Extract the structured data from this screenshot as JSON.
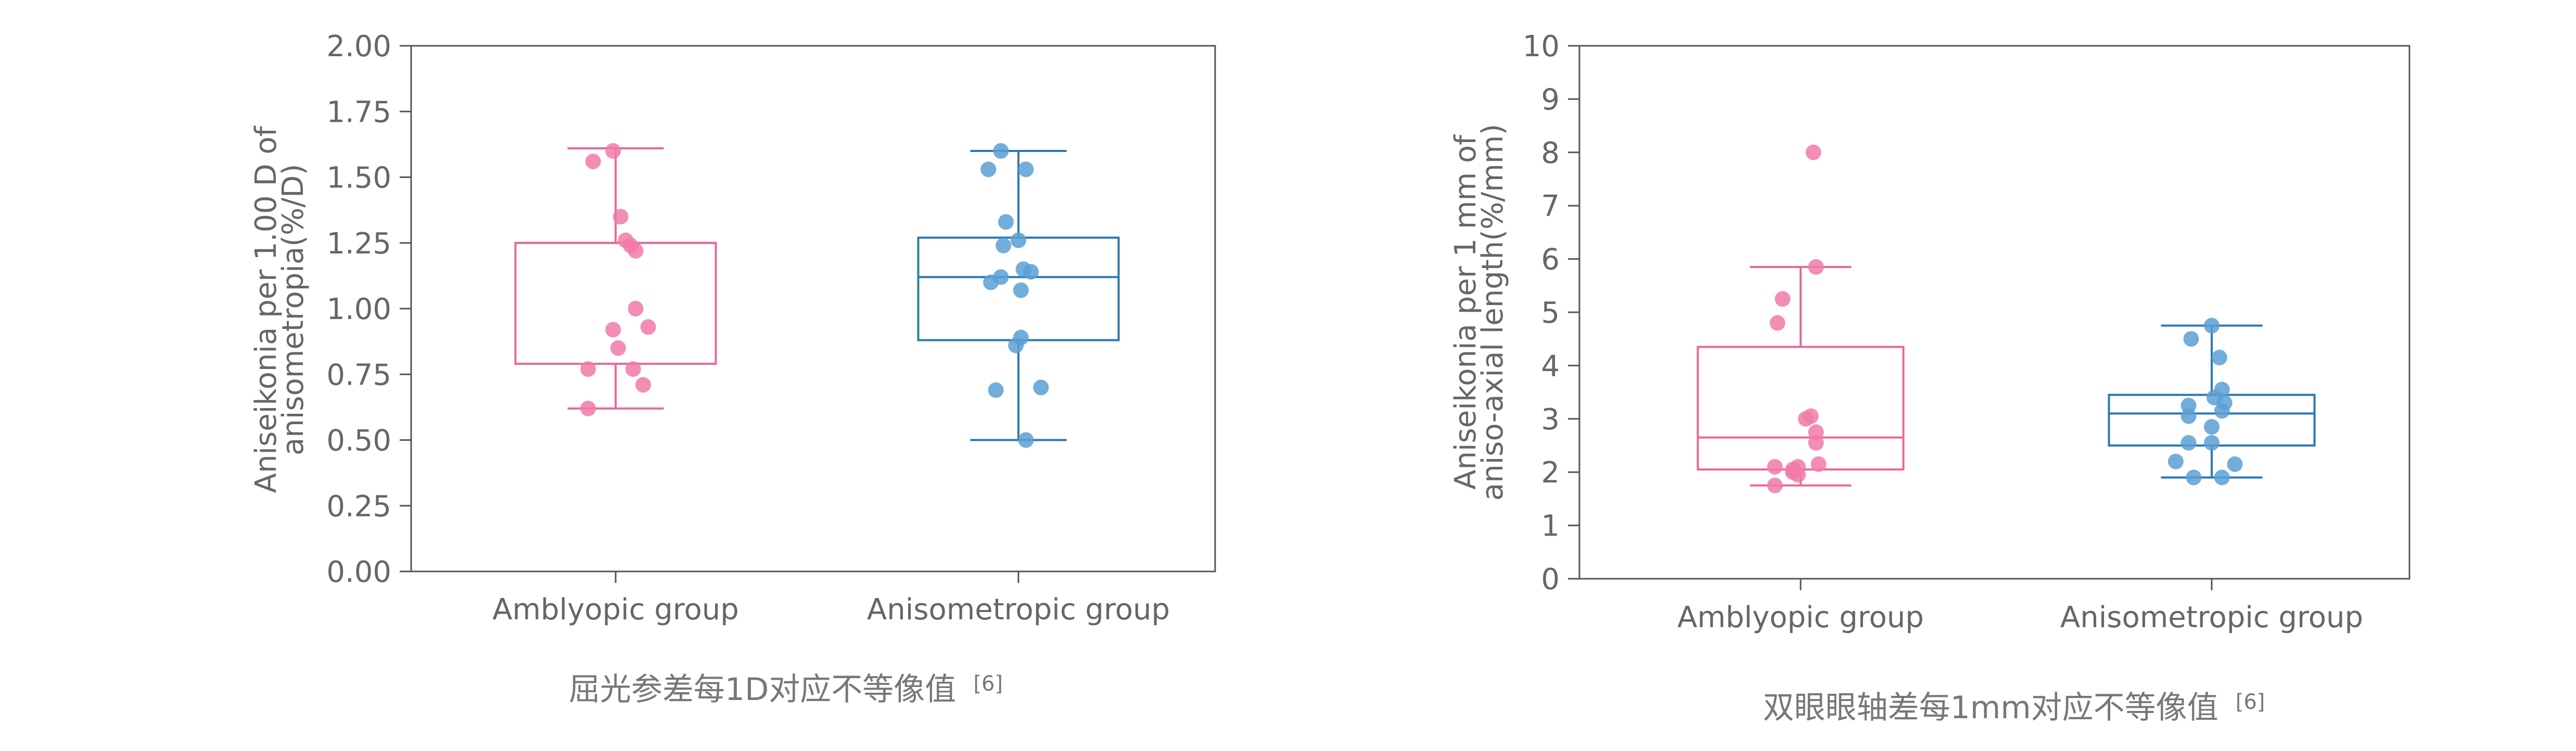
{
  "colors": {
    "amblyopic": "#e8679b",
    "amblyopic_point": "#f07aa8",
    "anisometropic": "#2a78b0",
    "anisometropic_point": "#5a9fd4",
    "axis": "#555555",
    "text": "#666666"
  },
  "chart_data": [
    {
      "type": "box",
      "ylabel_lines": [
        "Aniseikonia per 1.00 D of",
        "anisometropia(%/D)"
      ],
      "yticks": [
        "0.00",
        "0.25",
        "0.50",
        "0.75",
        "1.00",
        "1.25",
        "1.50",
        "1.75",
        "2.00"
      ],
      "ylim": [
        0,
        2.0
      ],
      "categories": [
        "Amblyopic group",
        "Anisometropic group"
      ],
      "caption": "屈光参差每1D对应不等像值",
      "caption_ref": "[6]",
      "series": [
        {
          "name": "Amblyopic group",
          "color_key": "amblyopic",
          "box": {
            "q1": 0.79,
            "median": 1.25,
            "q3": 1.25,
            "whisker_low": 0.62,
            "whisker_high": 1.61
          },
          "points": [
            [
              -0.01,
              1.6
            ],
            [
              -0.09,
              1.56
            ],
            [
              0.02,
              1.35
            ],
            [
              0.04,
              1.26
            ],
            [
              0.06,
              1.24
            ],
            [
              0.08,
              1.22
            ],
            [
              0.08,
              1.0
            ],
            [
              0.13,
              0.93
            ],
            [
              -0.01,
              0.92
            ],
            [
              0.01,
              0.85
            ],
            [
              -0.11,
              0.77
            ],
            [
              0.07,
              0.77
            ],
            [
              0.11,
              0.71
            ],
            [
              -0.11,
              0.62
            ]
          ]
        },
        {
          "name": "Anisometropic group",
          "color_key": "anisometropic",
          "box": {
            "q1": 0.88,
            "median": 1.12,
            "q3": 1.27,
            "whisker_low": 0.5,
            "whisker_high": 1.6
          },
          "points": [
            [
              -0.07,
              1.6
            ],
            [
              -0.12,
              1.53
            ],
            [
              0.03,
              1.53
            ],
            [
              -0.05,
              1.33
            ],
            [
              0.0,
              1.26
            ],
            [
              -0.06,
              1.24
            ],
            [
              0.02,
              1.15
            ],
            [
              0.05,
              1.14
            ],
            [
              -0.07,
              1.12
            ],
            [
              -0.11,
              1.1
            ],
            [
              0.01,
              1.07
            ],
            [
              0.01,
              0.89
            ],
            [
              -0.01,
              0.86
            ],
            [
              -0.09,
              0.69
            ],
            [
              0.09,
              0.7
            ],
            [
              0.03,
              0.5
            ]
          ]
        }
      ]
    },
    {
      "type": "box",
      "ylabel_lines": [
        "Aniseikonia per 1 mm of",
        "aniso-axial length(%/mm)"
      ],
      "yticks": [
        "0",
        "1",
        "2",
        "3",
        "4",
        "5",
        "6",
        "7",
        "8",
        "9",
        "10"
      ],
      "ylim": [
        0,
        10
      ],
      "categories": [
        "Amblyopic group",
        "Anisometropic group"
      ],
      "caption": "双眼眼轴差每1mm对应不等像值",
      "caption_ref": "[6]",
      "series": [
        {
          "name": "Amblyopic group",
          "color_key": "amblyopic",
          "box": {
            "q1": 2.05,
            "median": 2.65,
            "q3": 4.35,
            "whisker_low": 1.75,
            "whisker_high": 5.85
          },
          "points": [
            [
              0.05,
              8.0
            ],
            [
              0.06,
              5.85
            ],
            [
              -0.07,
              5.25
            ],
            [
              -0.09,
              4.8
            ],
            [
              0.04,
              3.05
            ],
            [
              0.02,
              3.0
            ],
            [
              0.06,
              2.75
            ],
            [
              0.06,
              2.55
            ],
            [
              -0.1,
              2.1
            ],
            [
              0.07,
              2.15
            ],
            [
              -0.03,
              2.05
            ],
            [
              -0.01,
              2.1
            ],
            [
              -0.03,
              2.0
            ],
            [
              -0.01,
              1.95
            ],
            [
              -0.1,
              1.75
            ]
          ]
        },
        {
          "name": "Anisometropic group",
          "color_key": "anisometropic",
          "box": {
            "q1": 2.5,
            "median": 3.1,
            "q3": 3.45,
            "whisker_low": 1.9,
            "whisker_high": 4.75
          },
          "points": [
            [
              0.0,
              4.75
            ],
            [
              -0.08,
              4.5
            ],
            [
              0.03,
              4.15
            ],
            [
              0.04,
              3.55
            ],
            [
              -0.09,
              3.25
            ],
            [
              0.05,
              3.3
            ],
            [
              0.01,
              3.4
            ],
            [
              0.04,
              3.15
            ],
            [
              -0.09,
              3.05
            ],
            [
              0.0,
              2.85
            ],
            [
              -0.09,
              2.55
            ],
            [
              0.0,
              2.55
            ],
            [
              -0.14,
              2.2
            ],
            [
              0.09,
              2.15
            ],
            [
              -0.07,
              1.9
            ],
            [
              0.04,
              1.9
            ]
          ]
        }
      ]
    }
  ]
}
